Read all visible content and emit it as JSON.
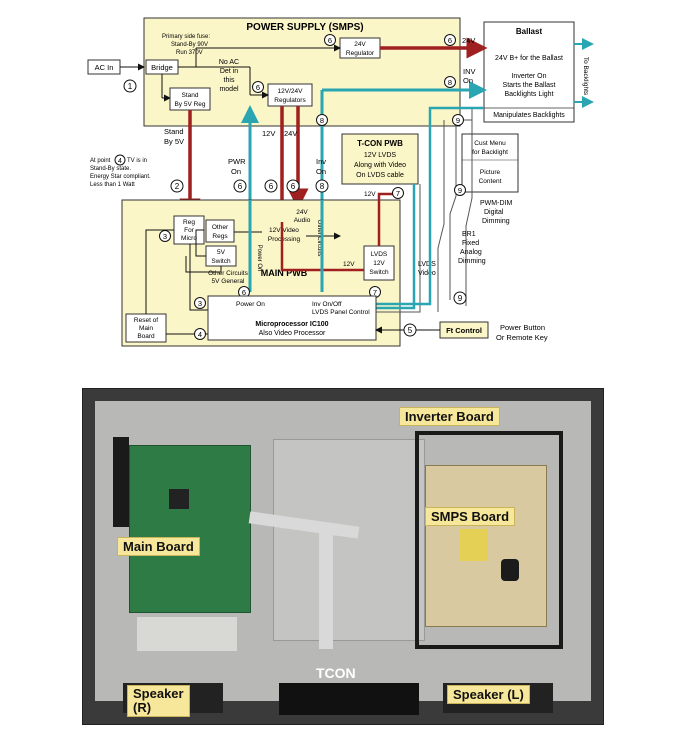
{
  "diagram": {
    "power_supply": {
      "title": "POWER SUPPLY (SMPS)",
      "fuse_line1": "Primary side fuse:",
      "fuse_line2": "Stand-By 90V",
      "fuse_line3": "Run 370V",
      "bridge": "Bridge",
      "standby_reg_line1": "Stand",
      "standby_reg_line2": "By 5V Reg",
      "no_ac_line1": "No AC",
      "no_ac_line2": "Det in",
      "no_ac_line3": "this",
      "no_ac_line4": "model",
      "reg24_line1": "24V",
      "reg24_line2": "Regulator",
      "reg12_line1": "12V/24V",
      "reg12_line2": "Regulators"
    },
    "ac_in": "AC In",
    "ballast": {
      "title": "Ballast",
      "line1": "24V B+ for the Ballast",
      "line2": "Inverter On",
      "line3": "Starts the Ballast",
      "line4": "Backlights Light",
      "line5": "Manipulates Backlights",
      "to_backlights": "To Backlights"
    },
    "signals": {
      "v24": "24V",
      "inv": "INV",
      "on": "On",
      "standby_line1": "Stand",
      "standby_line2": "By 5V",
      "v12": "12V",
      "v24b": "24V",
      "pwr_line1": "PWR",
      "pwr_line2": "On",
      "inv_on_line1": "Inv",
      "inv_on_line2": "On",
      "v24_audio_line1": "24V",
      "v24_audio_line2": "Audio",
      "v12_lvds": "12V",
      "v12_switch": "12V"
    },
    "numbers": {
      "n1": "1",
      "n2": "2",
      "n3": "3",
      "n3b": "3",
      "n4": "4",
      "n4b": "4",
      "n5": "5",
      "n6a": "6",
      "n6b": "6",
      "n6c": "6",
      "n6d": "6",
      "n6e": "6",
      "n6f": "6",
      "n7": "7",
      "n7b": "7",
      "n8a": "8",
      "n8b": "8",
      "n8c": "8",
      "n9a": "9",
      "n9b": "9",
      "n9c": "9"
    },
    "standby_note": {
      "line1": "At point",
      "line1b": "TV is in",
      "line2": "Stand-By state.",
      "line3": "Energy Star compliant.",
      "line4": "Less than 1 Watt"
    },
    "tcon": {
      "title": "T-CON PWB",
      "line1": "12V LVDS",
      "line2": "Along with Video",
      "line3": "On LVDS cable"
    },
    "cust_menu": {
      "line1": "Cust Menu",
      "line2": "for Backlight",
      "line3": "Picture",
      "line4": "Content"
    },
    "dimming": {
      "pwm_line1": "PWM-DIM",
      "pwm_line2": "Digital",
      "pwm_line3": "Dimming",
      "br_line1": "BR1",
      "br_line2": "Fixed",
      "br_line3": "Analog",
      "br_line4": "Dimming"
    },
    "main_pwb": {
      "title": "MAIN PWB",
      "reg_micro_line1": "Reg",
      "reg_micro_line2": "For",
      "reg_micro_line3": "Micro",
      "other_regs_line1": "Other",
      "other_regs_line2": "Regs",
      "switch5_line1": "5V",
      "switch5_line2": "Switch",
      "other_circuits_line1": "Other Circuits",
      "other_circuits_line2": "5V General",
      "video_proc_line1": "12V Video",
      "video_proc_line2": "Processing",
      "power_on_vertical": "Power On",
      "other_circuits_vertical": "Other Circuits",
      "lvds_switch_line1": "LVDS",
      "lvds_switch_line2": "12V",
      "lvds_switch_line3": "Switch",
      "lvds_video_line1": "LVDS",
      "lvds_video_line2": "Video",
      "reset_line1": "Reset of",
      "reset_line2": "Main",
      "reset_line3": "Board",
      "power_on": "Power On",
      "inv_onoff": "Inv On/Off",
      "lvds_panel": "LVDS Panel Control",
      "micro_line1": "Microprocessor IC100",
      "micro_line2": "Also Video Processor"
    },
    "ft_control": "Ft Control",
    "power_button_line1": "Power Button",
    "power_button_line2": "Or Remote Key"
  },
  "photo": {
    "inverter_board": "Inverter Board",
    "smps_board": "SMPS Board",
    "main_board": "Main Board",
    "tcon": "TCON",
    "speaker_r_line1": "Speaker",
    "speaker_r_line2": "(R)",
    "speaker_l": "Speaker (L)"
  },
  "colors": {
    "power_supply_fill": "#fbf6c8",
    "main_pwb_fill": "#fbf6c8",
    "red_line": "#a01f1f",
    "teal_line": "#2aa6b2",
    "label_fill": "#f7e79a"
  }
}
